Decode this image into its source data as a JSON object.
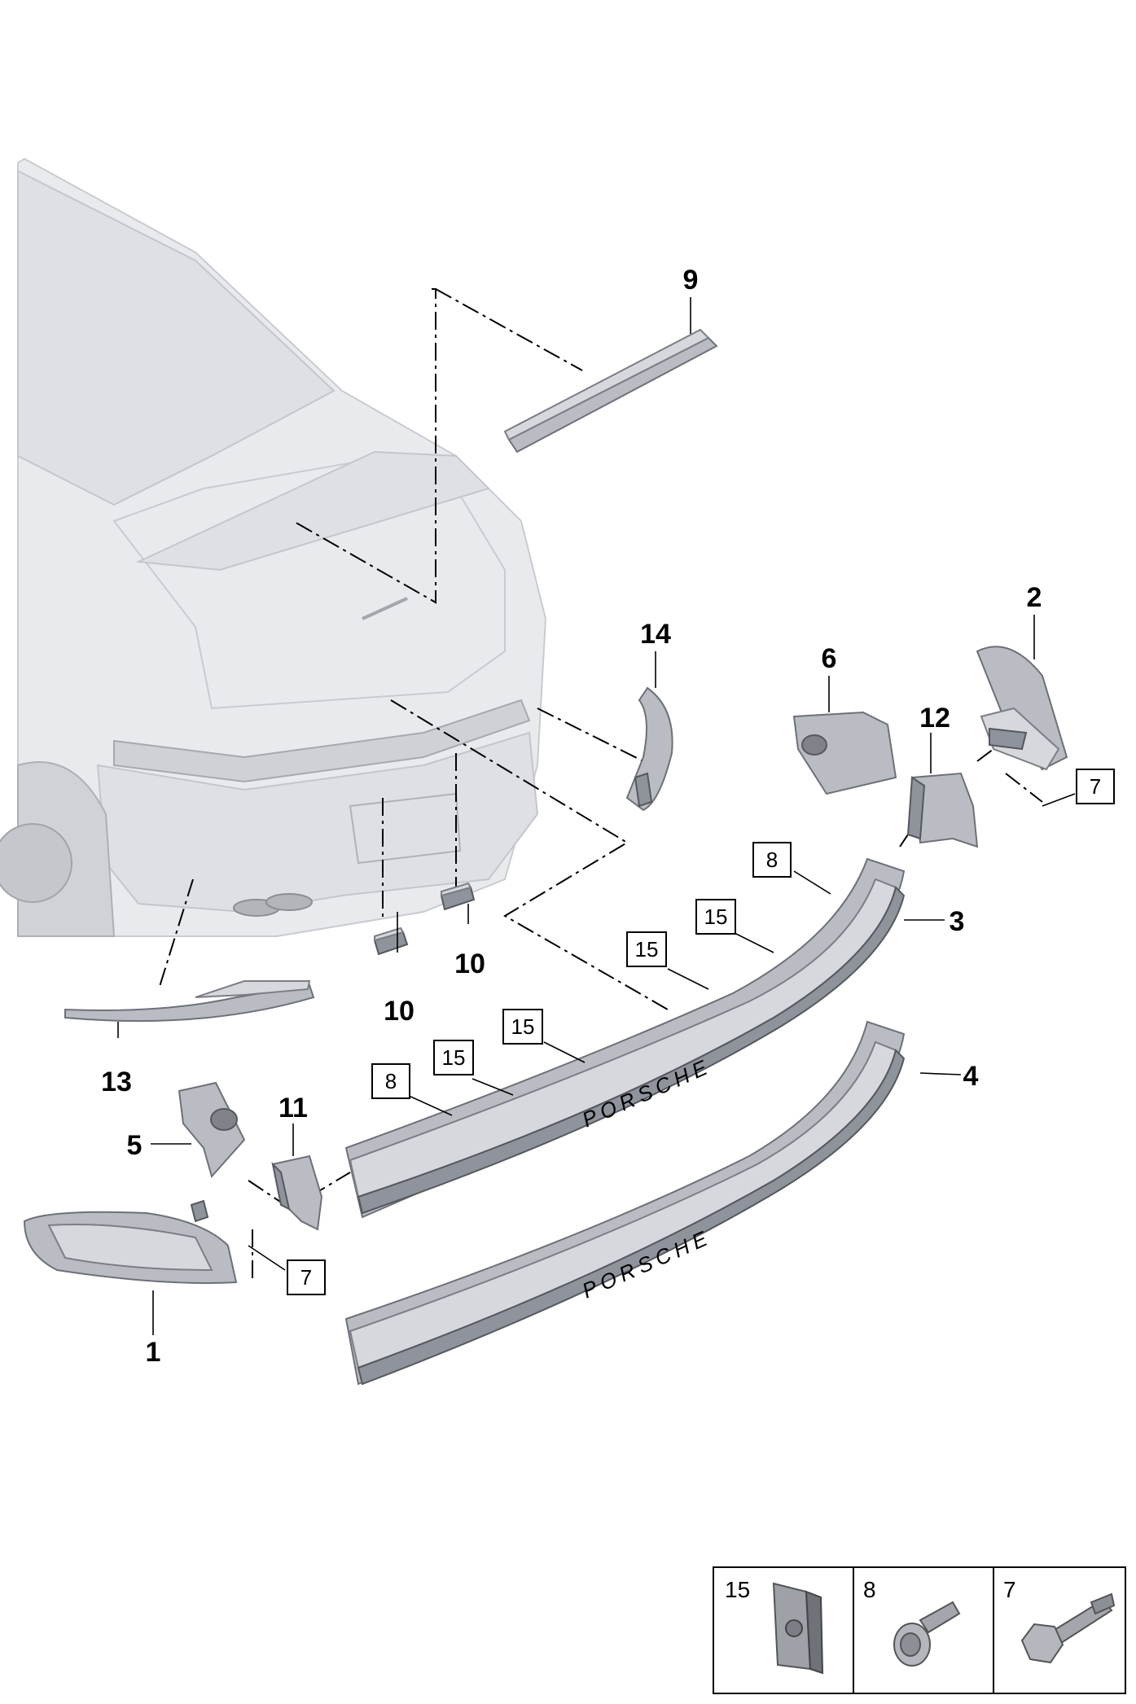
{
  "callouts": {
    "c1": "1",
    "c2": "2",
    "c3": "3",
    "c4": "4",
    "c5": "5",
    "c6": "6",
    "c9": "9",
    "c10a": "10",
    "c10b": "10",
    "c11": "11",
    "c12": "12",
    "c13": "13",
    "c14": "14"
  },
  "boxed_callouts": {
    "b7a": "7",
    "b7b": "7",
    "b8a": "8",
    "b8b": "8",
    "b15a": "15",
    "b15b": "15",
    "b15c": "15"
  },
  "legend": {
    "items": [
      {
        "number": "15",
        "icon": "clip-nut-icon"
      },
      {
        "number": "8",
        "icon": "flange-screw-icon"
      },
      {
        "number": "7",
        "icon": "hex-bolt-icon"
      }
    ]
  }
}
